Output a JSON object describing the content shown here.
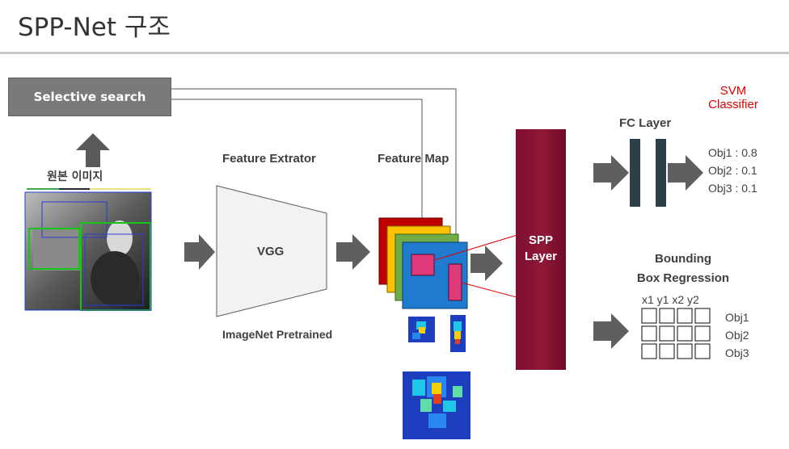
{
  "title": "SPP-Net 구조",
  "selective_search": "Selective search",
  "original_image_label": "원본 이미지",
  "feature_extractor_label": "Feature Extrator",
  "vgg_label": "VGG",
  "imagenet_label": "ImageNet Pretrained",
  "feature_map_label": "Feature Map",
  "spp_layer_label_1": "SPP",
  "spp_layer_label_2": "Layer",
  "fc_layer_label": "FC Layer",
  "svm_label_1": "SVM",
  "svm_label_2": "Classifier",
  "classifier_outputs": [
    "Obj1 : 0.8",
    "Obj2 : 0.1",
    "Obj3 : 0.1"
  ],
  "bbox_label_1": "Bounding",
  "bbox_label_2": "Box Regression",
  "bbox_columns": "x1 y1 x2 y2",
  "bbox_rows": [
    "Obj1",
    "Obj2",
    "Obj3"
  ],
  "colors": {
    "spp": "#8a1535",
    "fc": "#2f3f4a",
    "svm": "#e10000",
    "selective": "#7a7a7a",
    "arrow": "#595959"
  }
}
